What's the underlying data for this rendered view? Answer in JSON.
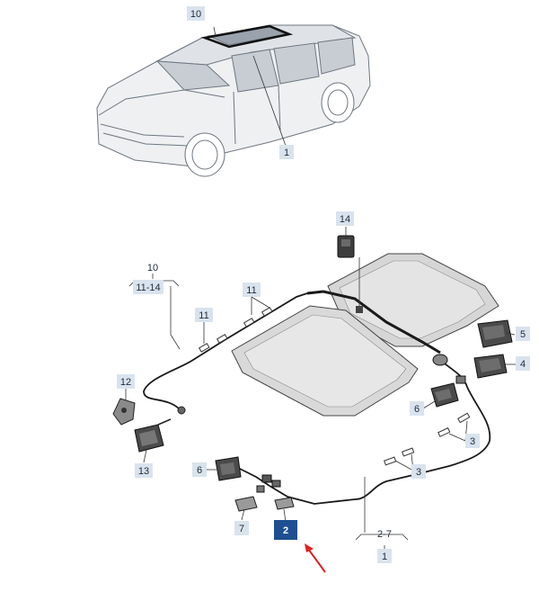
{
  "diagram": {
    "callouts": [
      {
        "id": "c10-car",
        "label": "10"
      },
      {
        "id": "c1-car",
        "label": "1"
      },
      {
        "id": "c14",
        "label": "14"
      },
      {
        "id": "c10-range",
        "label": "10"
      },
      {
        "id": "c11-14",
        "label": "11-14"
      },
      {
        "id": "c11-a",
        "label": "11"
      },
      {
        "id": "c11-b",
        "label": "11"
      },
      {
        "id": "c5",
        "label": "5"
      },
      {
        "id": "c4",
        "label": "4"
      },
      {
        "id": "c12",
        "label": "12"
      },
      {
        "id": "c6-right",
        "label": "6"
      },
      {
        "id": "c13",
        "label": "13"
      },
      {
        "id": "c3-a",
        "label": "3"
      },
      {
        "id": "c3-b",
        "label": "3"
      },
      {
        "id": "c6-left",
        "label": "6"
      },
      {
        "id": "c7",
        "label": "7"
      },
      {
        "id": "c2-selected",
        "label": "2"
      },
      {
        "id": "c2-7",
        "label": "2-7"
      },
      {
        "id": "c1-bottom",
        "label": "1"
      }
    ],
    "colors": {
      "line": "#2a2a2a",
      "callout_fill": "#d9e3ee",
      "selected_fill": "#1d4f91",
      "arrow": "#e02020",
      "glass": "#d8d8d8"
    }
  }
}
